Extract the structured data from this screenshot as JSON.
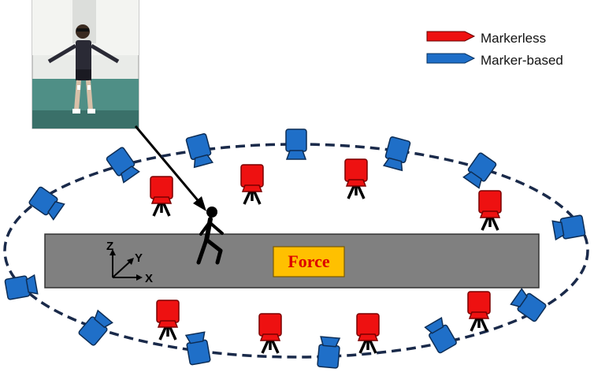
{
  "legend": {
    "items": [
      {
        "label": "Markerless",
        "color": "#ee1111"
      },
      {
        "label": "Marker-based",
        "color": "#1f6fc8"
      }
    ]
  },
  "platform": {
    "label": "Force",
    "label_color": "#dd0000",
    "box_color": "#ffc000",
    "floor_color": "#808080"
  },
  "axes": {
    "z": "Z",
    "y": "Y",
    "x": "X"
  },
  "icons": {
    "camera_markerless": "camera-on-tripod-icon",
    "camera_marker_based": "camera-icon",
    "walker": "walking-person-icon",
    "subject_photo": "person-photo"
  },
  "colors": {
    "capture_volume": "#1a2a4a"
  }
}
